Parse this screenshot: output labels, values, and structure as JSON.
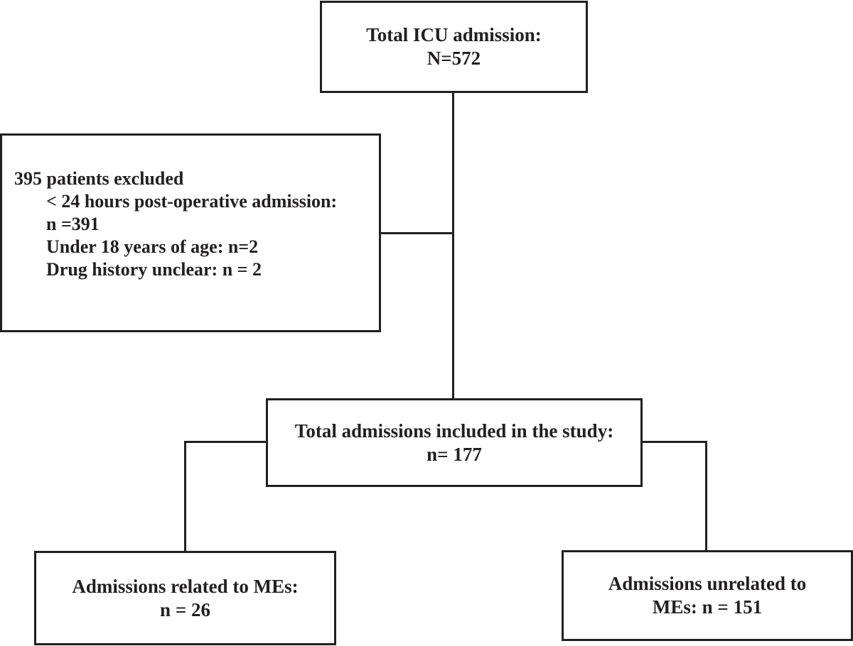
{
  "flowchart": {
    "total": {
      "line1": "Total ICU admission:",
      "line2": "N=572"
    },
    "excluded": {
      "heading": "395 patients excluded",
      "items": [
        "< 24 hours post-operative admission:",
        "n =391",
        "Under 18 years of age: n=2",
        "Drug history unclear: n = 2"
      ]
    },
    "included": {
      "line1": "Total admissions included in the study:",
      "line2": "n= 177"
    },
    "related": {
      "line1": "Admissions related to MEs:",
      "line2": "n = 26"
    },
    "unrelated": {
      "line1": "Admissions unrelated to",
      "line2": "MEs: n = 151"
    }
  }
}
